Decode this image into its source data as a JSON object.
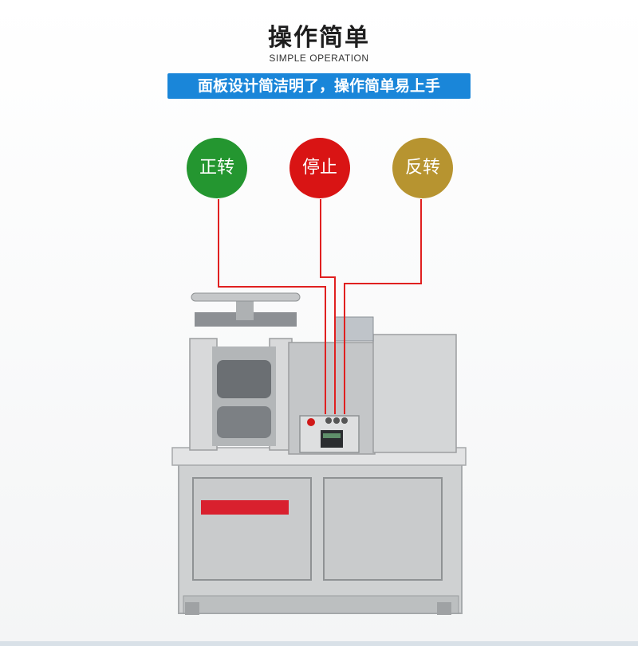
{
  "header": {
    "title": "操作简单",
    "subtitle": "SIMPLE OPERATION"
  },
  "banner": {
    "text": "面板设计简洁明了，操作简单易上手",
    "color": "#1a86d9"
  },
  "buttons": [
    {
      "label": "正转",
      "color": "#249630"
    },
    {
      "label": "停止",
      "color": "#d91414"
    },
    {
      "label": "反转",
      "color": "#b79430"
    }
  ],
  "machine": {
    "description_icon": "rolling-mill-machine"
  }
}
